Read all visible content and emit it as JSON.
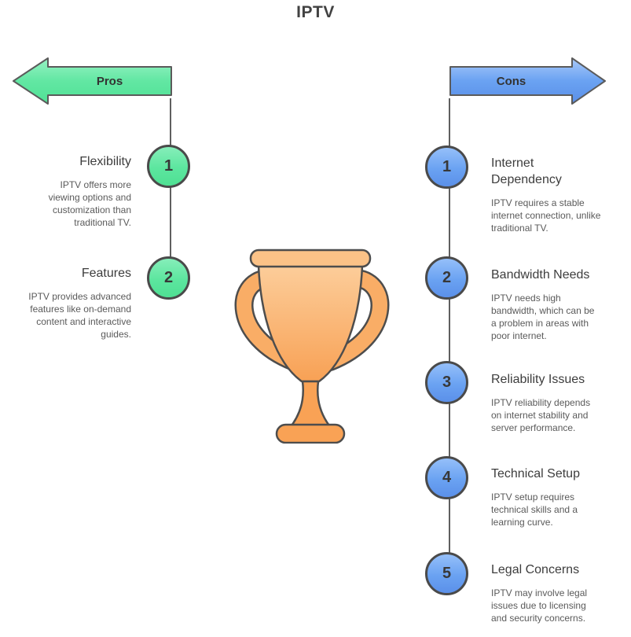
{
  "title": "IPTV",
  "pros": {
    "label": "Pros",
    "items": [
      {
        "number": "1",
        "title": "Flexibility",
        "desc": "IPTV offers more viewing options and customization than traditional TV."
      },
      {
        "number": "2",
        "title": "Features",
        "desc": "IPTV provides advanced features like on-demand content and interactive guides."
      }
    ]
  },
  "cons": {
    "label": "Cons",
    "items": [
      {
        "number": "1",
        "title": "Internet Dependency",
        "desc": "IPTV requires a stable internet connection, unlike traditional TV."
      },
      {
        "number": "2",
        "title": "Bandwidth Needs",
        "desc": "IPTV needs high bandwidth, which can be a problem in areas with poor internet."
      },
      {
        "number": "3",
        "title": "Reliability Issues",
        "desc": "IPTV reliability depends on internet stability and server performance."
      },
      {
        "number": "4",
        "title": "Technical Setup",
        "desc": "IPTV setup requires technical skills and a learning curve."
      },
      {
        "number": "5",
        "title": "Legal Concerns",
        "desc": "IPTV may involve legal issues due to licensing and security concerns."
      }
    ]
  },
  "icons": {
    "center": "trophy-icon",
    "pros_marker": "left-arrow-banner",
    "cons_marker": "right-arrow-banner"
  },
  "colors": {
    "pros_accent": "#5ce69f",
    "cons_accent": "#6aa2f2",
    "trophy_orange": "#f9a85d",
    "outline": "#4a4a4a",
    "title_text": "#424242",
    "body_text": "#5a5a5a"
  }
}
